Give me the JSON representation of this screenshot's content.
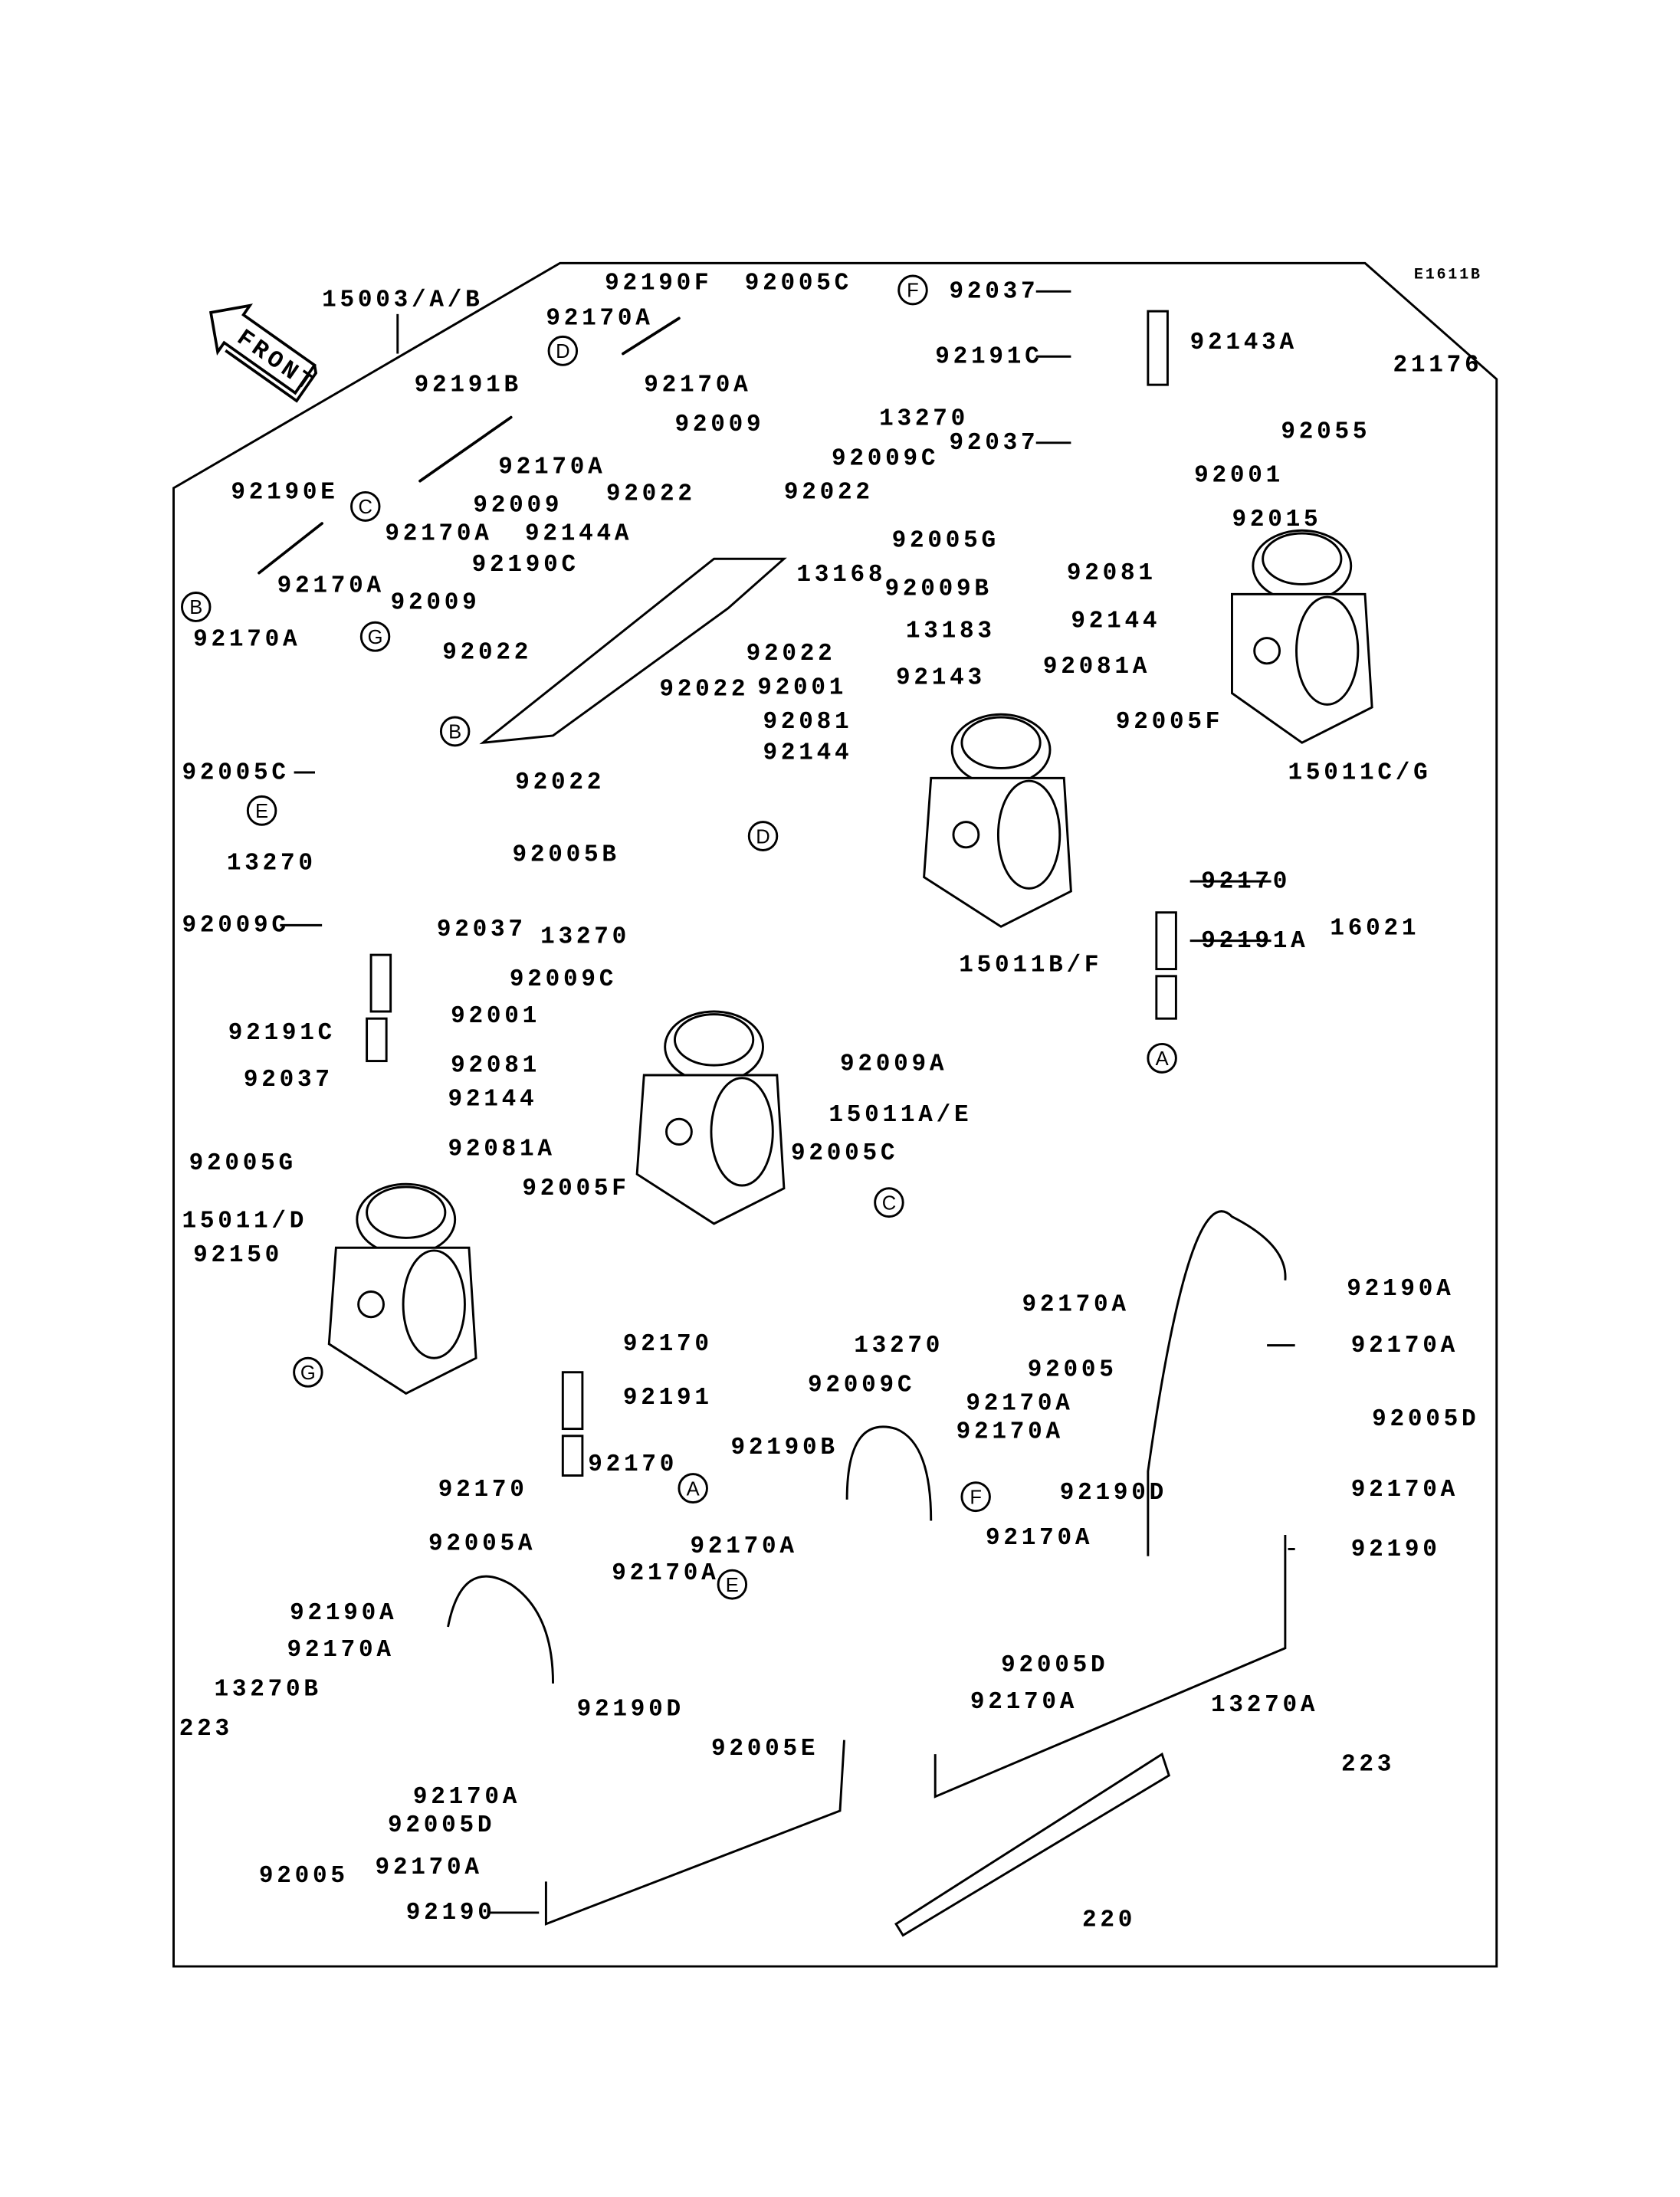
{
  "diagram_code": "E1611B",
  "front_label": "FRONT",
  "callouts": [
    "F",
    "D",
    "C",
    "B",
    "G",
    "B",
    "E",
    "D",
    "A",
    "C",
    "G",
    "A",
    "F",
    "E"
  ],
  "part_numbers": [
    "15003/A/B",
    "92190F",
    "92005C",
    "92037",
    "92170A",
    "92191C",
    "92143A",
    "21176",
    "92170A",
    "92191B",
    "92055",
    "13270",
    "92009",
    "92037",
    "92009C",
    "92170A",
    "92001",
    "92190E",
    "92009",
    "92022",
    "92022",
    "92015",
    "92170A",
    "92144A",
    "92005G",
    "92190C",
    "13168",
    "92081",
    "92170A",
    "92009",
    "92009B",
    "92144",
    "13183",
    "92170A",
    "92022",
    "92022",
    "92081A",
    "92143",
    "92022",
    "92001",
    "92081",
    "92005F",
    "92005C",
    "15011C/G",
    "92022",
    "92144",
    "92005B",
    "13270",
    "92170",
    "92009C",
    "92037",
    "13270",
    "16021",
    "15011B/F",
    "92191A",
    "92009C",
    "92001",
    "92009A",
    "92191C",
    "92081",
    "92037",
    "92144",
    "15011A/E",
    "92081A",
    "92005G",
    "92005F",
    "92005C",
    "15011/D",
    "92150",
    "92190A",
    "92170A",
    "92170",
    "13270",
    "92170A",
    "92005",
    "92191",
    "92009C",
    "92170A",
    "92005D",
    "92170A",
    "92190B",
    "92170",
    "92190D",
    "92170",
    "92170A",
    "92005A",
    "92170A",
    "92170A",
    "92190",
    "92170A",
    "92190A",
    "92170A",
    "92005D",
    "13270B",
    "92190D",
    "92170A",
    "13270A",
    "223",
    "92005E",
    "92170A",
    "223",
    "92005D",
    "92005",
    "92170A",
    "92190",
    "220"
  ]
}
